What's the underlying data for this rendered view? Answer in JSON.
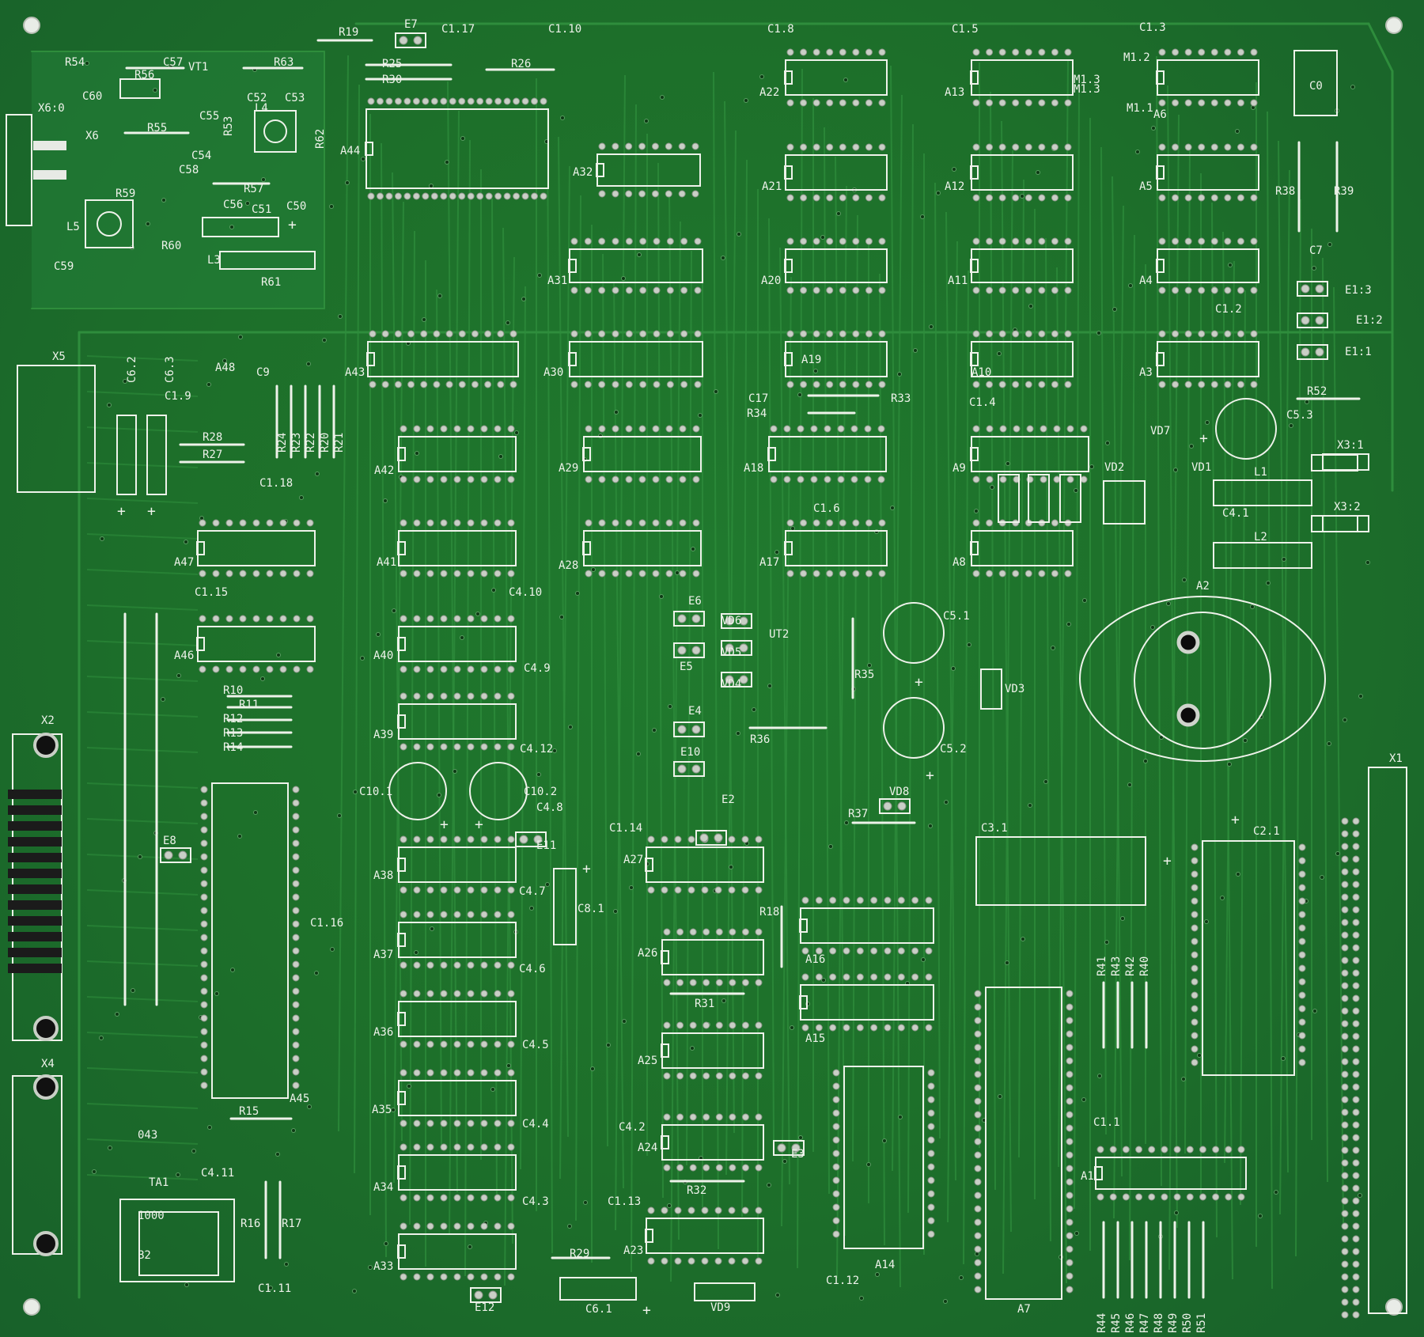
{
  "board": {
    "substrate_color": "#1d6f2a",
    "trace_color": "#2e8d3c",
    "silkscreen_color": "#eef2ea",
    "pad_color": "#c9cfc6"
  },
  "labels": [
    {
      "id": "R19",
      "text": "R19"
    },
    {
      "id": "E7",
      "text": "E7"
    },
    {
      "id": "C1.17",
      "text": "C1.17"
    },
    {
      "id": "C1.10",
      "text": "C1.10"
    },
    {
      "id": "C1.8",
      "text": "C1.8"
    },
    {
      "id": "C1.5",
      "text": "C1.5"
    },
    {
      "id": "C1.3",
      "text": "C1.3"
    },
    {
      "id": "R54",
      "text": "R54"
    },
    {
      "id": "R56",
      "text": "R56"
    },
    {
      "id": "C57",
      "text": "C57"
    },
    {
      "id": "VT1",
      "text": "VT1"
    },
    {
      "id": "R63",
      "text": "R63"
    },
    {
      "id": "C60",
      "text": "C60"
    },
    {
      "id": "C55",
      "text": "C55"
    },
    {
      "id": "C52",
      "text": "C52"
    },
    {
      "id": "C53",
      "text": "C53"
    },
    {
      "id": "L4",
      "text": "L4"
    },
    {
      "id": "X6:0",
      "text": "X6:0"
    },
    {
      "id": "X6",
      "text": "X6"
    },
    {
      "id": "R55",
      "text": "R55"
    },
    {
      "id": "R53",
      "text": "R53"
    },
    {
      "id": "R62",
      "text": "R62"
    },
    {
      "id": "C54",
      "text": "C54"
    },
    {
      "id": "C58",
      "text": "C58"
    },
    {
      "id": "R57",
      "text": "R57"
    },
    {
      "id": "R59",
      "text": "R59"
    },
    {
      "id": "C56",
      "text": "C56"
    },
    {
      "id": "C51",
      "text": "C51"
    },
    {
      "id": "C50",
      "text": "C50"
    },
    {
      "id": "L5",
      "text": "L5"
    },
    {
      "id": "R60",
      "text": "R60"
    },
    {
      "id": "L3",
      "text": "L3"
    },
    {
      "id": "C59",
      "text": "C59"
    },
    {
      "id": "R61",
      "text": "R61"
    },
    {
      "id": "R25",
      "text": "R25"
    },
    {
      "id": "R30",
      "text": "R30"
    },
    {
      "id": "R26",
      "text": "R26"
    },
    {
      "id": "A44",
      "text": "A44"
    },
    {
      "id": "A22",
      "text": "A22"
    },
    {
      "id": "A13",
      "text": "A13"
    },
    {
      "id": "M1.3a",
      "text": "M1.3"
    },
    {
      "id": "M1.3b",
      "text": "M1.3"
    },
    {
      "id": "M1.2",
      "text": "M1.2"
    },
    {
      "id": "M1.1",
      "text": "M1.1"
    },
    {
      "id": "A6",
      "text": "A6"
    },
    {
      "id": "C0",
      "text": "C0"
    },
    {
      "id": "A32",
      "text": "A32"
    },
    {
      "id": "A21",
      "text": "A21"
    },
    {
      "id": "A12",
      "text": "A12"
    },
    {
      "id": "A5",
      "text": "A5"
    },
    {
      "id": "R38",
      "text": "R38"
    },
    {
      "id": "R39",
      "text": "R39"
    },
    {
      "id": "C7",
      "text": "C7"
    },
    {
      "id": "A31",
      "text": "A31"
    },
    {
      "id": "A20",
      "text": "A20"
    },
    {
      "id": "A11",
      "text": "A11"
    },
    {
      "id": "A4",
      "text": "A4"
    },
    {
      "id": "E1:3",
      "text": "E1:3"
    },
    {
      "id": "E1:2",
      "text": "E1:2"
    },
    {
      "id": "E1:1",
      "text": "E1:1"
    },
    {
      "id": "C1.2",
      "text": "C1.2"
    },
    {
      "id": "X5",
      "text": "X5"
    },
    {
      "id": "C6.2",
      "text": "C6.2"
    },
    {
      "id": "C6.3",
      "text": "C6.3"
    },
    {
      "id": "A48",
      "text": "A48"
    },
    {
      "id": "C9",
      "text": "C9"
    },
    {
      "id": "C1.9",
      "text": "C1.9"
    },
    {
      "id": "A43",
      "text": "A43"
    },
    {
      "id": "A30",
      "text": "A30"
    },
    {
      "id": "A19",
      "text": "A19"
    },
    {
      "id": "A10",
      "text": "A10"
    },
    {
      "id": "A3",
      "text": "A3"
    },
    {
      "id": "R52",
      "text": "R52"
    },
    {
      "id": "C17",
      "text": "C17"
    },
    {
      "id": "R33",
      "text": "R33"
    },
    {
      "id": "R34",
      "text": "R34"
    },
    {
      "id": "C1.4",
      "text": "C1.4"
    },
    {
      "id": "C5.3",
      "text": "C5.3"
    },
    {
      "id": "VD7",
      "text": "VD7"
    },
    {
      "id": "VD2",
      "text": "VD2"
    },
    {
      "id": "VD1",
      "text": "VD1"
    },
    {
      "id": "X3:1",
      "text": "X3:1"
    },
    {
      "id": "R28",
      "text": "R28"
    },
    {
      "id": "R27",
      "text": "R27"
    },
    {
      "id": "R24",
      "text": "R24"
    },
    {
      "id": "R23",
      "text": "R23"
    },
    {
      "id": "R22",
      "text": "R22"
    },
    {
      "id": "R20",
      "text": "R20"
    },
    {
      "id": "R21",
      "text": "R21"
    },
    {
      "id": "A42",
      "text": "A42"
    },
    {
      "id": "A29",
      "text": "A29"
    },
    {
      "id": "A18",
      "text": "A18"
    },
    {
      "id": "A9",
      "text": "A9"
    },
    {
      "id": "L1",
      "text": "L1"
    },
    {
      "id": "C1.18",
      "text": "C1.18"
    },
    {
      "id": "C1.6",
      "text": "C1.6"
    },
    {
      "id": "C4.1",
      "text": "C4.1"
    },
    {
      "id": "X3:2",
      "text": "X3:2"
    },
    {
      "id": "A47",
      "text": "A47"
    },
    {
      "id": "A41",
      "text": "A41"
    },
    {
      "id": "A28",
      "text": "A28"
    },
    {
      "id": "A17",
      "text": "A17"
    },
    {
      "id": "A8",
      "text": "A8"
    },
    {
      "id": "L2",
      "text": "L2"
    },
    {
      "id": "A2",
      "text": "A2"
    },
    {
      "id": "C1.15",
      "text": "C1.15"
    },
    {
      "id": "C4.10",
      "text": "C4.10"
    },
    {
      "id": "E6",
      "text": "E6"
    },
    {
      "id": "VD6",
      "text": "VD6"
    },
    {
      "id": "UT2",
      "text": "UT2"
    },
    {
      "id": "C5.1",
      "text": "C5.1"
    },
    {
      "id": "A46",
      "text": "A46"
    },
    {
      "id": "A40",
      "text": "A40"
    },
    {
      "id": "VD5",
      "text": "VD5"
    },
    {
      "id": "E5",
      "text": "E5"
    },
    {
      "id": "C4.9",
      "text": "C4.9"
    },
    {
      "id": "R35",
      "text": "R35"
    },
    {
      "id": "VD4",
      "text": "VD4"
    },
    {
      "id": "VD3",
      "text": "VD3"
    },
    {
      "id": "R10",
      "text": "R10"
    },
    {
      "id": "R11",
      "text": "R11"
    },
    {
      "id": "R12",
      "text": "R12"
    },
    {
      "id": "R13",
      "text": "R13"
    },
    {
      "id": "R14",
      "text": "R14"
    },
    {
      "id": "X2",
      "text": "X2"
    },
    {
      "id": "A39",
      "text": "A39"
    },
    {
      "id": "E4",
      "text": "E4"
    },
    {
      "id": "R36",
      "text": "R36"
    },
    {
      "id": "C4.12",
      "text": "C4.12"
    },
    {
      "id": "E10",
      "text": "E10"
    },
    {
      "id": "C5.2",
      "text": "C5.2"
    },
    {
      "id": "X1",
      "text": "X1"
    },
    {
      "id": "C10.1",
      "text": "C10.1"
    },
    {
      "id": "C10.2",
      "text": "C10.2"
    },
    {
      "id": "E2",
      "text": "E2"
    },
    {
      "id": "VD8",
      "text": "VD8"
    },
    {
      "id": "C4.8",
      "text": "C4.8"
    },
    {
      "id": "R37",
      "text": "R37"
    },
    {
      "id": "C1.14",
      "text": "C1.14"
    },
    {
      "id": "C3.1",
      "text": "C3.1"
    },
    {
      "id": "C2.1",
      "text": "C2.1"
    },
    {
      "id": "E8",
      "text": "E8"
    },
    {
      "id": "E11",
      "text": "E11"
    },
    {
      "id": "A38",
      "text": "A38"
    },
    {
      "id": "A27",
      "text": "A27"
    },
    {
      "id": "C4.7",
      "text": "C4.7"
    },
    {
      "id": "C8.1",
      "text": "C8.1"
    },
    {
      "id": "R18",
      "text": "R18"
    },
    {
      "id": "C1.16",
      "text": "C1.16"
    },
    {
      "id": "A37",
      "text": "A37"
    },
    {
      "id": "A26",
      "text": "A26"
    },
    {
      "id": "A16",
      "text": "A16"
    },
    {
      "id": "R41",
      "text": "R41"
    },
    {
      "id": "R43",
      "text": "R43"
    },
    {
      "id": "R42",
      "text": "R42"
    },
    {
      "id": "R40",
      "text": "R40"
    },
    {
      "id": "C4.6",
      "text": "C4.6"
    },
    {
      "id": "R31",
      "text": "R31"
    },
    {
      "id": "A36",
      "text": "A36"
    },
    {
      "id": "A15",
      "text": "A15"
    },
    {
      "id": "A25",
      "text": "A25"
    },
    {
      "id": "C4.5",
      "text": "C4.5"
    },
    {
      "id": "X4",
      "text": "X4"
    },
    {
      "id": "A45",
      "text": "A45"
    },
    {
      "id": "R15",
      "text": "R15"
    },
    {
      "id": "A35",
      "text": "A35"
    },
    {
      "id": "C4.4",
      "text": "C4.4"
    },
    {
      "id": "C4.2",
      "text": "C4.2"
    },
    {
      "id": "A24",
      "text": "A24"
    },
    {
      "id": "E3",
      "text": "E3"
    },
    {
      "id": "C1.1",
      "text": "C1.1"
    },
    {
      "id": "043",
      "text": "043"
    },
    {
      "id": "C4.11",
      "text": "C4.11"
    },
    {
      "id": "TA1",
      "text": "TA1"
    },
    {
      "id": "A34",
      "text": "A34"
    },
    {
      "id": "R32",
      "text": "R32"
    },
    {
      "id": "A1",
      "text": "A1"
    },
    {
      "id": "C4.3",
      "text": "C4.3"
    },
    {
      "id": "C1.13",
      "text": "C1.13"
    },
    {
      "id": "R16",
      "text": "R16"
    },
    {
      "id": "R17",
      "text": "R17"
    },
    {
      "id": "A23",
      "text": "A23"
    },
    {
      "id": "A14",
      "text": "A14"
    },
    {
      "id": "R29",
      "text": "R29"
    },
    {
      "id": "A33",
      "text": "A33"
    },
    {
      "id": "C1.11",
      "text": "C1.11"
    },
    {
      "id": "C1.12",
      "text": "C1.12"
    },
    {
      "id": "E12",
      "text": "E12"
    },
    {
      "id": "C6.1",
      "text": "C6.1"
    },
    {
      "id": "VD9",
      "text": "VD9"
    },
    {
      "id": "A7",
      "text": "A7"
    },
    {
      "id": "R44",
      "text": "R44"
    },
    {
      "id": "R45",
      "text": "R45"
    },
    {
      "id": "R46",
      "text": "R46"
    },
    {
      "id": "R47",
      "text": "R47"
    },
    {
      "id": "R48",
      "text": "R48"
    },
    {
      "id": "R49",
      "text": "R49"
    },
    {
      "id": "R50",
      "text": "R50"
    },
    {
      "id": "R51",
      "text": "R51"
    },
    {
      "id": "1000",
      "text": "1000"
    },
    {
      "id": "B2",
      "text": "B2"
    }
  ]
}
